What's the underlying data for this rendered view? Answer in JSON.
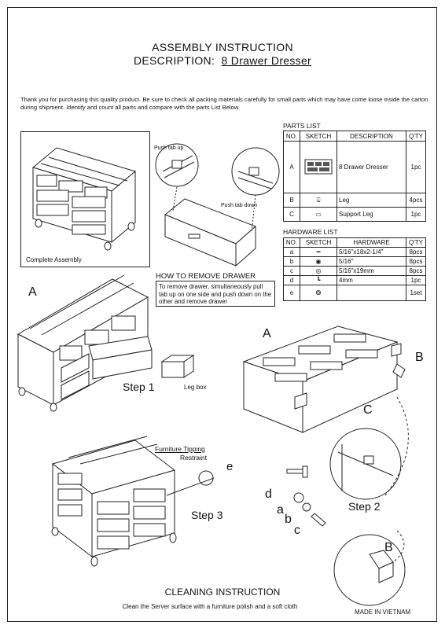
{
  "header": {
    "title": "ASSEMBLY INSTRUCTION",
    "description_label": "DESCRIPTION:",
    "description_value": "8 Drawer Dresser"
  },
  "intro": "Thank you for purchasing this quality product. Be sure to check all packing materials carefully for small parts which may have come loose inside the carton during shipment. Identify and count all parts and compare with the parts List Below.",
  "complete_assembly": {
    "caption": "Complete Assembly"
  },
  "drawer_callouts": {
    "push_tab_up": "Push tab up",
    "push_tab_down": "Push tab down"
  },
  "how_to_remove": {
    "title": "HOW TO REMOVE DRAWER",
    "text": "To remove drawer, simultaneously pull tab up on one side and push down on the other and remove drawer"
  },
  "parts_list": {
    "title": "PARTS LIST",
    "headers": [
      "NO.",
      "SKETCH",
      "DESCRIPTION",
      "Q'TY"
    ],
    "rows": [
      {
        "no": "A",
        "description": "8 Drawer Dresser",
        "qty": "1pc"
      },
      {
        "no": "B",
        "description": "Leg",
        "qty": "4pcs"
      },
      {
        "no": "C",
        "description": "Support Leg",
        "qty": "1pc"
      }
    ]
  },
  "hardware_list": {
    "title": "HARDWARE LIST",
    "headers": [
      "NO.",
      "SKETCH",
      "HARDWARE",
      "Q'TY"
    ],
    "rows": [
      {
        "no": "a",
        "hardware": "5/16\"x18x2-1/4\"",
        "qty": "8pcs"
      },
      {
        "no": "b",
        "hardware": "5/16\"",
        "qty": "8pcs"
      },
      {
        "no": "c",
        "hardware": "5/16\"x19mm",
        "qty": "8pcs"
      },
      {
        "no": "d",
        "hardware": "4mm",
        "qty": "1pc"
      },
      {
        "no": "e",
        "hardware": "",
        "qty": "1set"
      }
    ]
  },
  "step1": {
    "label": "Step 1",
    "part_label": "A",
    "leg_box": "Leg box"
  },
  "step2": {
    "label": "Step 2",
    "part_a": "A",
    "part_b": "B",
    "part_c": "C",
    "part_b2": "B",
    "hw_d": "d",
    "hw_a": "a",
    "hw_b": "b",
    "hw_c": "c"
  },
  "step3": {
    "label": "Step 3",
    "restraint_line1": "Furniture Tipping",
    "restraint_line2": "Restraint",
    "hw_e": "e"
  },
  "cleaning": {
    "title": "CLEANING INSTRUCTION",
    "text": "Clean the Server surface with a furniture polish and a soft cloth"
  },
  "footer": {
    "made_in": "MADE IN VIETNAM"
  }
}
